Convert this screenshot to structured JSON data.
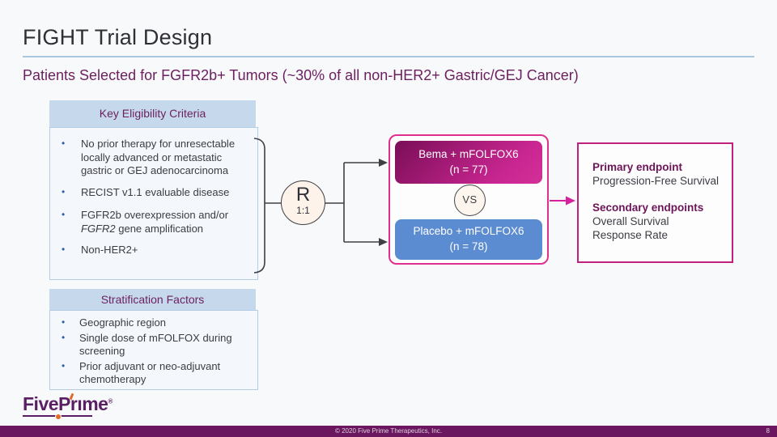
{
  "slide": {
    "title": "FIGHT Trial Design",
    "subtitle": "Patients Selected for FGFR2b+ Tumors (~30% of all non-HER2+ Gastric/GEJ Cancer)",
    "footer": "© 2020 Five Prime Therapeutics, Inc.",
    "page_number": "8"
  },
  "eligibility": {
    "header": "Key Eligibility Criteria",
    "item1": "No prior therapy for unresectable locally advanced or metastatic gastric or GEJ adenocarcinoma",
    "item2": "RECIST v1.1 evaluable disease",
    "item3_pre": "FGFR2b overexpression and/or ",
    "item3_italic": "FGFR2",
    "item3_post": " gene amplification",
    "item4": "Non-HER2+"
  },
  "stratification": {
    "header": "Stratification Factors",
    "items": [
      "Geographic region",
      "Single dose of mFOLFOX during screening",
      "Prior adjuvant or neo-adjuvant chemotherapy"
    ]
  },
  "randomization": {
    "letter": "R",
    "ratio": "1:1"
  },
  "arms": {
    "bema_name": "Bema + mFOLFOX6",
    "bema_n": "(n = 77)",
    "vs": "VS",
    "placebo_name": "Placebo + mFOLFOX6",
    "placebo_n": "(n = 78)"
  },
  "endpoints": {
    "primary_label": "Primary endpoint",
    "primary_value": "Progression-Free Survival",
    "secondary_label": "Secondary endpoints",
    "secondary_values": [
      "Overall Survival",
      "Response Rate"
    ]
  },
  "logo": {
    "pre": "FivePr",
    "dotless_i": "ı",
    "post": "me",
    "reg": "®"
  },
  "colors": {
    "background": "#f8f9fb",
    "accent_magenta": "#d6219c",
    "arm_container_border": "#e0308f",
    "bema_gradient_start": "#7a0e57",
    "bema_gradient_end": "#d43099",
    "placebo_blue": "#5b8bd0",
    "panel_header_blue": "#c6d9ec",
    "panel_body_blue": "#f4f8fc",
    "brand_purple": "#6c1f5e",
    "footer_purple": "#6b1760",
    "title_rule_blue": "#abc7e0",
    "line_dark": "#3f3f44"
  }
}
